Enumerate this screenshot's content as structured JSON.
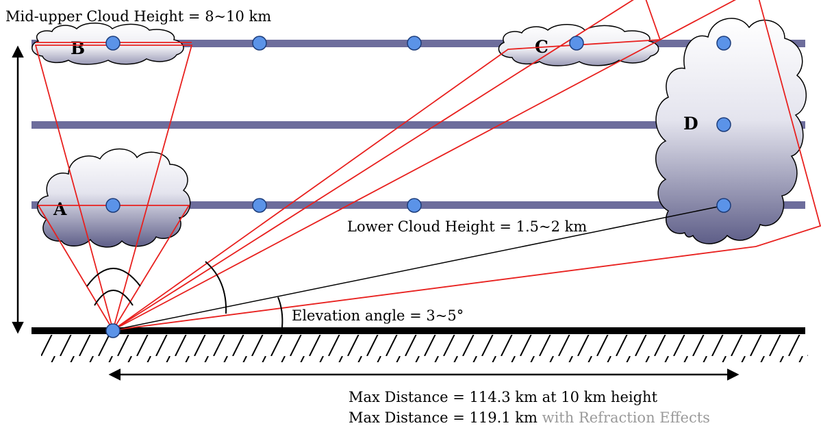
{
  "labels": {
    "mid_upper": "Mid-upper Cloud Height = 8~10 km",
    "lower": "Lower Cloud Height = 1.5~2 km",
    "elevation": "Elevation angle = 3~5°",
    "max_distance_1": "Max Distance = 114.3 km at 10 km height",
    "max_distance_2_prefix": "Max Distance = 119.1 km ",
    "max_distance_2_suffix": "with Refraction Effects"
  },
  "clouds": [
    {
      "id": "A",
      "label": "A"
    },
    {
      "id": "B",
      "label": "B"
    },
    {
      "id": "C",
      "label": "C"
    },
    {
      "id": "D",
      "label": "D"
    }
  ],
  "colors": {
    "beam": "#e8201e",
    "layer": "#6d6d9c",
    "dot": "#5b93e8",
    "cloud_top": "#ffffff",
    "cloud_bottom": "#5e5e88",
    "gray_text": "#9a9a9a"
  }
}
